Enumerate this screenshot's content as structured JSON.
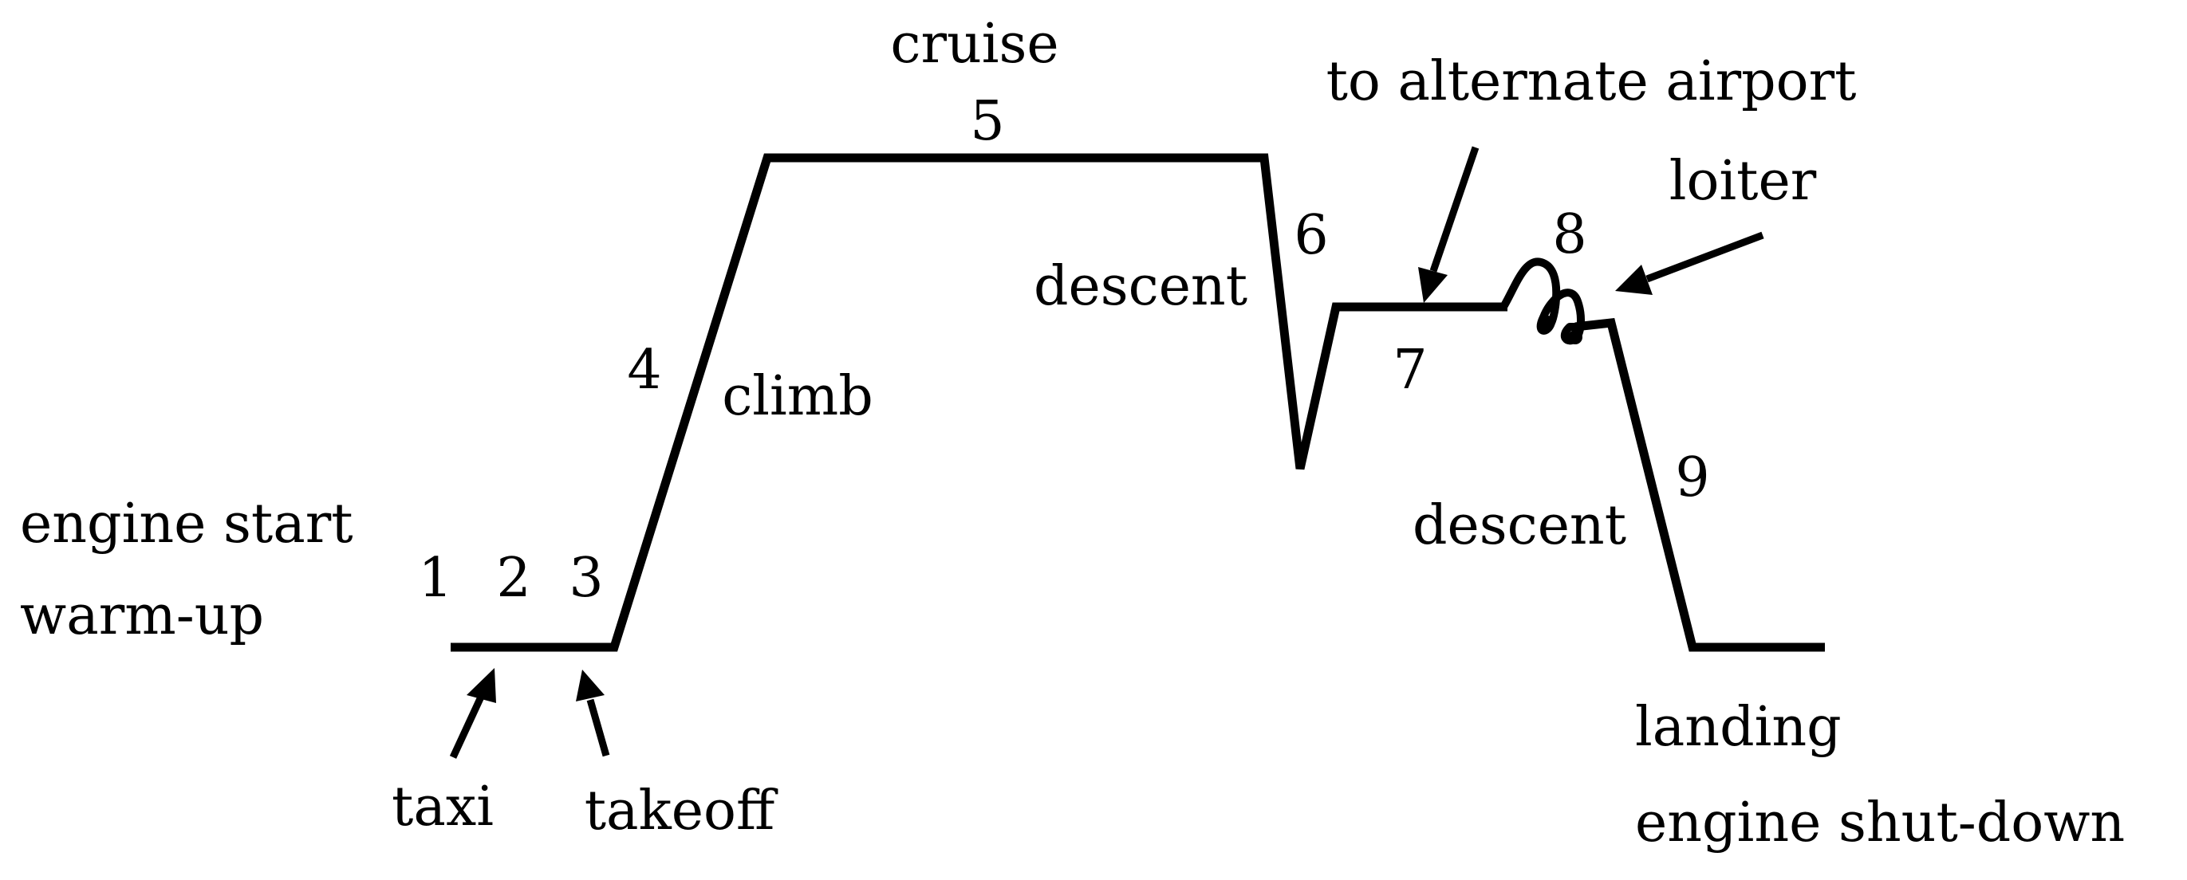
{
  "colors": {
    "background": "#ffffff",
    "ink": "#000000"
  },
  "labels": {
    "cruise": "cruise",
    "to_alternate_airport": "to alternate airport",
    "loiter": "loiter",
    "descent_1": "descent",
    "climb": "climb",
    "descent_2": "descent",
    "engine_start": "engine start",
    "warm_up": "warm-up",
    "taxi": "taxi",
    "takeoff": "takeoff",
    "landing": "landing",
    "engine_shut_down": "engine shut-down"
  },
  "segment_numbers": {
    "n1": "1",
    "n2": "2",
    "n3": "3",
    "n4": "4",
    "n5": "5",
    "n6": "6",
    "n7": "7",
    "n8": "8",
    "n9": "9"
  }
}
